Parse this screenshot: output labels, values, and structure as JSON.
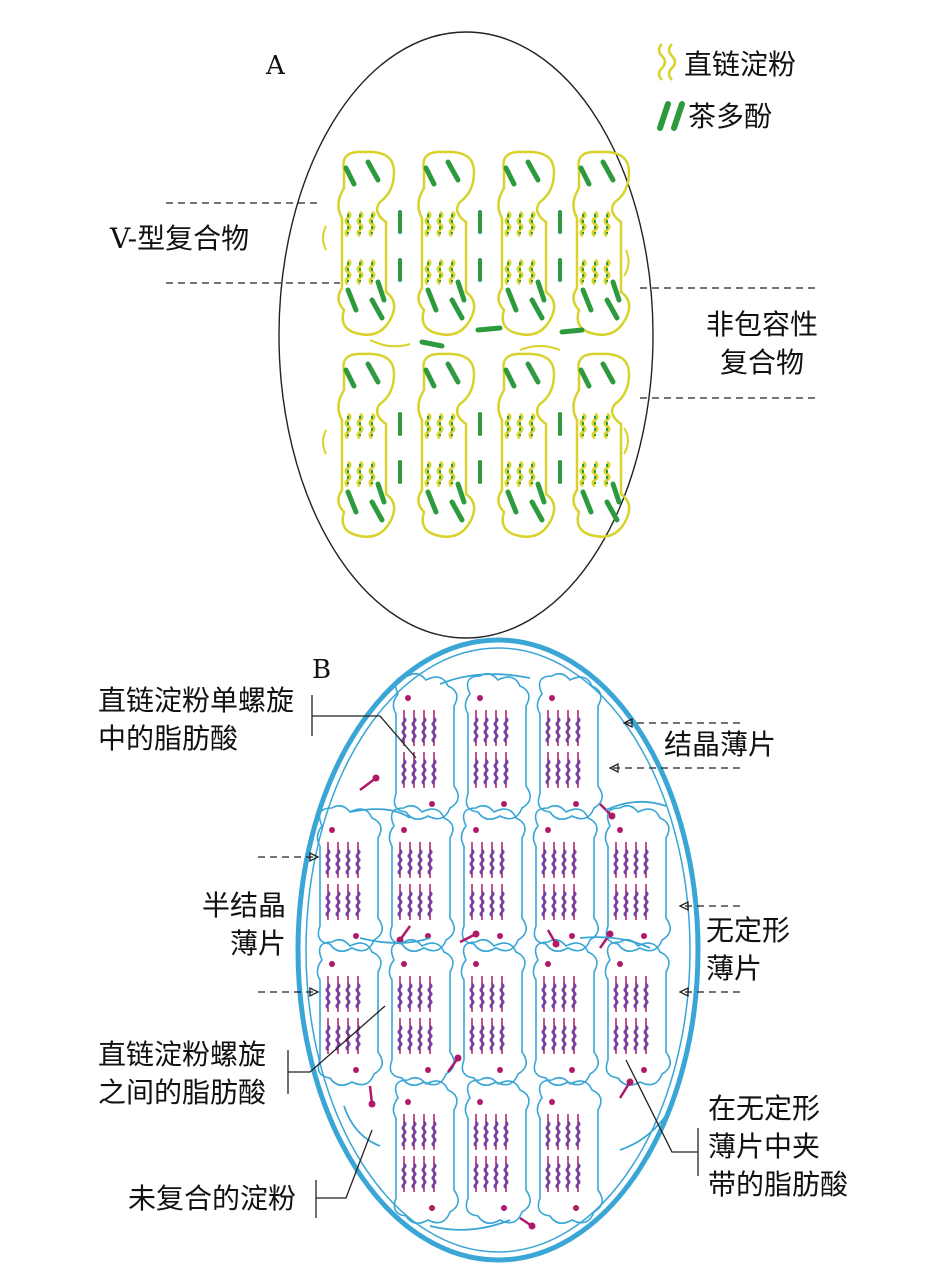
{
  "panel_a": {
    "letter": "A",
    "legend": {
      "amylose": "直链淀粉",
      "tea_polyphenol": "茶多酚"
    },
    "labels": {
      "v_type": "V-型复合物",
      "non_inclusion_line1": "非包容性",
      "non_inclusion_line2": "复合物"
    }
  },
  "panel_b": {
    "letter": "B",
    "labels": {
      "fa_in_helix_line1": "直链淀粉单螺旋",
      "fa_in_helix_line2": "中的脂肪酸",
      "crystalline": "结晶薄片",
      "semicryst_line1": "半结晶",
      "semicryst_line2": "薄片",
      "amorphous_line1": "无定形",
      "amorphous_line2": "薄片",
      "fa_between_line1": "直链淀粉螺旋",
      "fa_between_line2": "之间的脂肪酸",
      "fa_entrapped_line1": "在无定形",
      "fa_entrapped_line2": "薄片中夹",
      "fa_entrapped_line3": "带的脂肪酸",
      "uncomplexed": "未复合的淀粉"
    }
  },
  "colors": {
    "amylose_yellow": "#d8d22a",
    "polyphenol_green": "#2e9a3e",
    "starch_blue": "#3aa6d6",
    "fatty_acid_magenta": "#b0186a",
    "helix_blue": "#4b63c8",
    "line": "#222222"
  }
}
